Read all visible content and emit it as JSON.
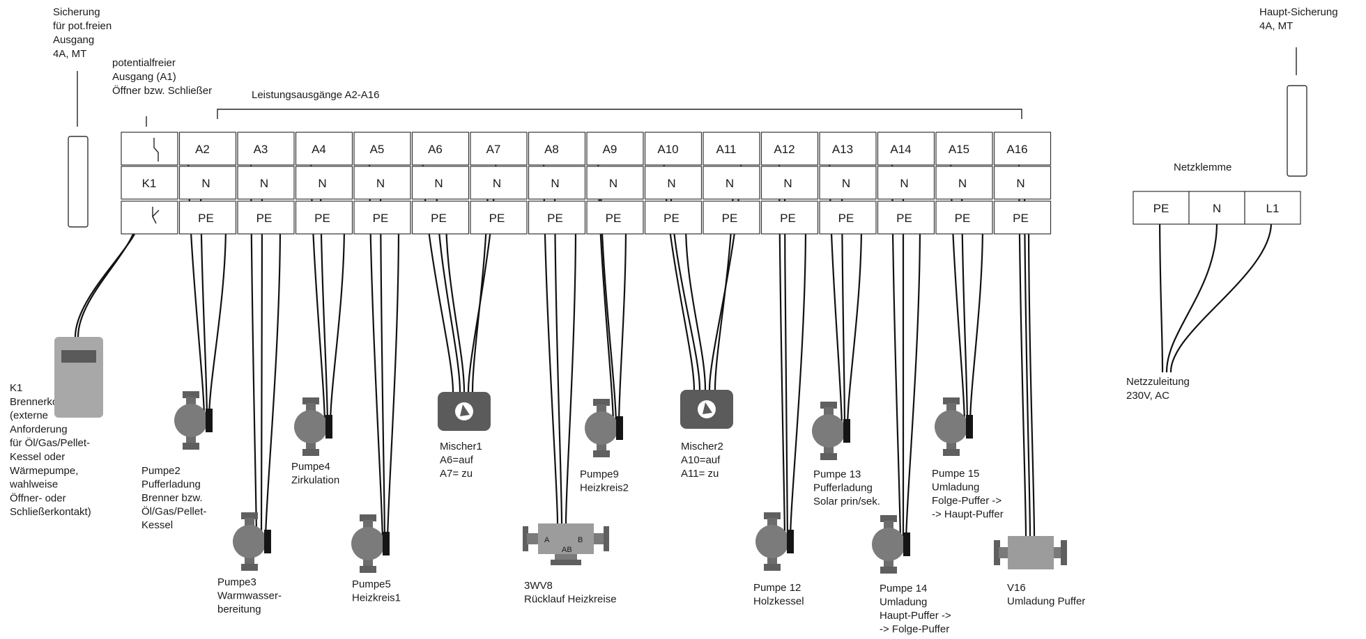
{
  "colors": {
    "line": "#111111",
    "pump": "#7b7b7b",
    "mixer": "#5b5b5b",
    "valve": "#9c9c9c",
    "controller": "#a8a8a8"
  },
  "labels": {
    "fuse_pot": [
      "Sicherung",
      "für pot.freien",
      "Ausgang",
      "4A, MT"
    ],
    "pot_output": [
      "potentialfreier",
      "Ausgang (A1)",
      "Öffner bzw. Schließer"
    ],
    "outputs": "Leistungsausgänge  A2-A16",
    "main_fuse": [
      "Haupt-Sicherung",
      "4A, MT"
    ],
    "netzklemme": "Netzklemme",
    "netzzuleitung": [
      "Netzzuleitung",
      "230V, AC"
    ],
    "k1": [
      "K1",
      "Brennerkontakt",
      "(externe",
      "Anforderung",
      "für Öl/Gas/Pellet-",
      "Kessel oder",
      "Wärmepumpe,",
      "",
      "wahlweise",
      "Öffner- oder",
      "Schließerkontakt)"
    ]
  },
  "terminal": {
    "k1_label": "K1",
    "columns": [
      "A2",
      "A3",
      "A4",
      "A5",
      "A6",
      "A7",
      "A8",
      "A9",
      "A10",
      "A11",
      "A12",
      "A13",
      "A14",
      "A15",
      "A16"
    ],
    "n_label": "N",
    "pe_label": "PE"
  },
  "mains": [
    "PE",
    "N",
    "L1"
  ],
  "devices": {
    "pumpe2": [
      "Pumpe2",
      "Pufferladung",
      "Brenner bzw.",
      "Öl/Gas/Pellet-",
      "Kessel"
    ],
    "pumpe3": [
      "Pumpe3",
      "Warmwasser-",
      "bereitung"
    ],
    "pumpe4": [
      "Pumpe4",
      "Zirkulation"
    ],
    "pumpe5": [
      "Pumpe5",
      "Heizkreis1"
    ],
    "mischer1": [
      "Mischer1",
      "A6=auf",
      "A7= zu"
    ],
    "wv8": [
      "3WV8",
      "Rücklauf Heizkreise"
    ],
    "valve_ports": [
      "A",
      "B",
      "AB"
    ],
    "pumpe9": [
      "Pumpe9",
      "Heizkreis2"
    ],
    "mischer2": [
      "Mischer2",
      "A10=auf",
      "A11= zu"
    ],
    "pumpe12": [
      "Pumpe 12",
      "Holzkessel"
    ],
    "pumpe13": [
      "Pumpe 13",
      "Pufferladung",
      "Solar prin/sek."
    ],
    "pumpe14": [
      "Pumpe 14",
      "Umladung",
      "Haupt-Puffer ->",
      "-> Folge-Puffer"
    ],
    "pumpe15": [
      "Pumpe 15",
      "Umladung",
      "Folge-Puffer ->",
      "-> Haupt-Puffer"
    ],
    "v16": [
      "V16",
      "Umladung Puffer"
    ]
  }
}
